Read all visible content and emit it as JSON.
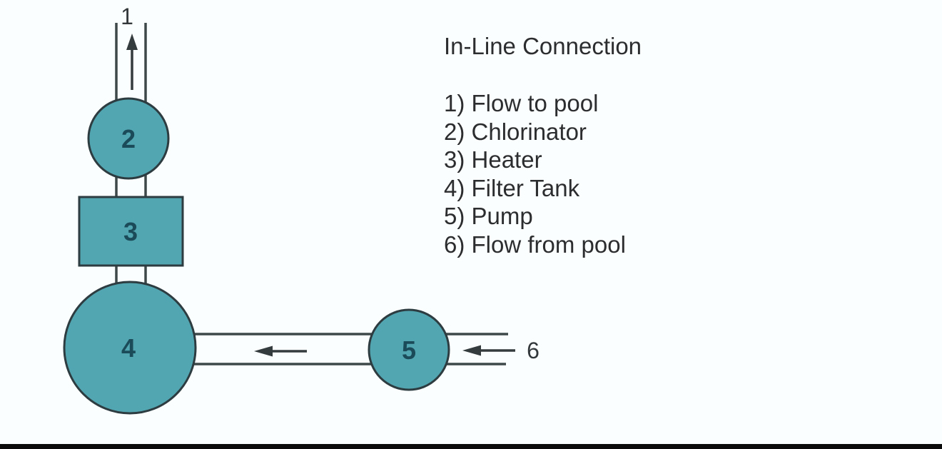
{
  "title": "In-Line Connection",
  "legend": {
    "items": [
      "1) Flow to pool",
      "2) Chlorinator",
      "3) Heater",
      "4) Filter Tank",
      "5) Pump",
      "6) Flow from pool"
    ]
  },
  "diagram": {
    "nodes": {
      "flow_to_pool": {
        "label": "1"
      },
      "chlorinator": {
        "label": "2"
      },
      "heater": {
        "label": "3"
      },
      "filter_tank": {
        "label": "4"
      },
      "pump": {
        "label": "5"
      },
      "flow_from_pool": {
        "label": "6"
      }
    },
    "colors": {
      "component_fill": "#52a6b1",
      "component_stroke": "#2d3c40",
      "pipe_stroke": "#3e4849",
      "arrow": "#343c3e",
      "node_digit": "#1b4b59",
      "text": "#2b2d2e",
      "background": "#fbfeff",
      "bottom_bar": "#0b0b0b"
    }
  }
}
